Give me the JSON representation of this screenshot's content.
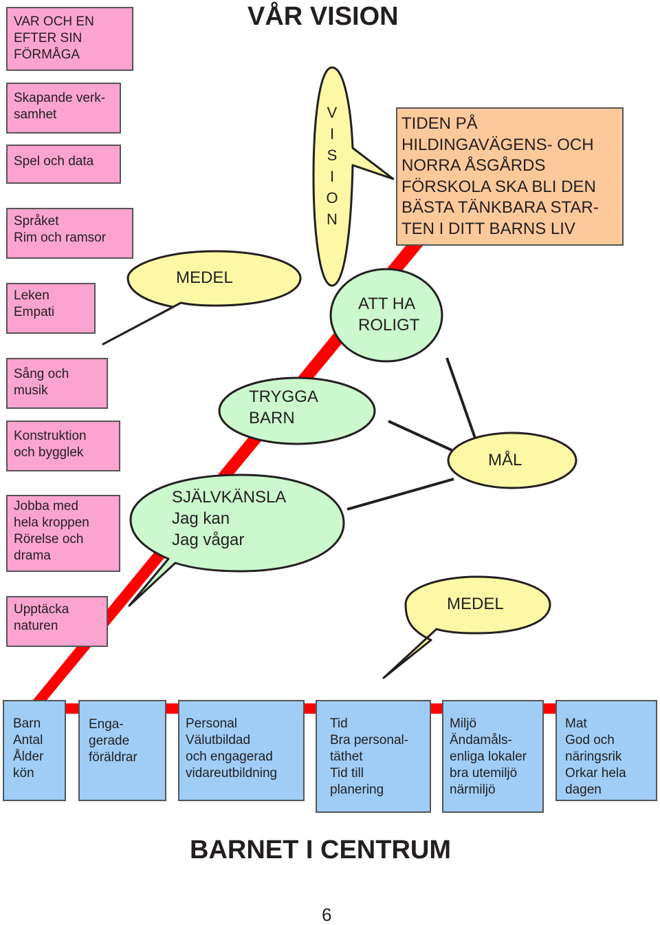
{
  "title": "VÅR VISION",
  "bottom_title": "BARNET I CENTRUM",
  "page_number": "6",
  "colors": {
    "pink": "#fba4cf",
    "blue": "#9fcdf6",
    "orange": "#fdc99b",
    "yellow": "#fdf8a6",
    "green": "#cbf8cd",
    "red": "#ff0000"
  },
  "left_boxes": [
    "VAR OCH EN\nEFTER SIN\nFÖRMÅGA",
    "Skapande verk-\nsamhet",
    "Spel och data",
    "Språket\nRim och ramsor",
    "Leken\nEmpati",
    "Sång och\nmusik",
    "Konstruktion\noch bygglek",
    "Jobba med\nhela kroppen\nRörelse och\ndrama",
    "Upptäcka\nnaturen"
  ],
  "vision_bubble": "V\nI\nS\nI\nO\nN",
  "vision_statement": "TIDEN PÅ\nHILDINGAVÄGENS- OCH\nNORRA ÅSGÅRDS\nFÖRSKOLA SKA BLI DEN\nBÄSTA TÄNKBARA STAR-\nTEN I DITT BARNS LIV",
  "bubbles": {
    "medel_top": "MEDEL",
    "att_ha_roligt": "ATT HA\nROLIGT",
    "trygga_barn": "TRYGGA\nBARN",
    "mal": "MÅL",
    "sjalvkansla": "SJÄLVKÄNSLA\nJag kan\nJag vågar",
    "medel_bottom": "MEDEL"
  },
  "bottom_boxes": [
    "Barn\nAntal\nÅlder\nkön",
    "Enga-\ngerade\nföräldrar",
    "Personal\nVälutbildad\noch engagerad\nvidareutbildning",
    "Tid\nBra personal-\ntäthet\nTid till\n planering",
    "Miljö\nÄndamåls-\nenliga lokaler\nbra utemiljö\nnärmiljö",
    "Mat\nGod och\nnäringsrik\nOrkar hela\ndagen"
  ]
}
